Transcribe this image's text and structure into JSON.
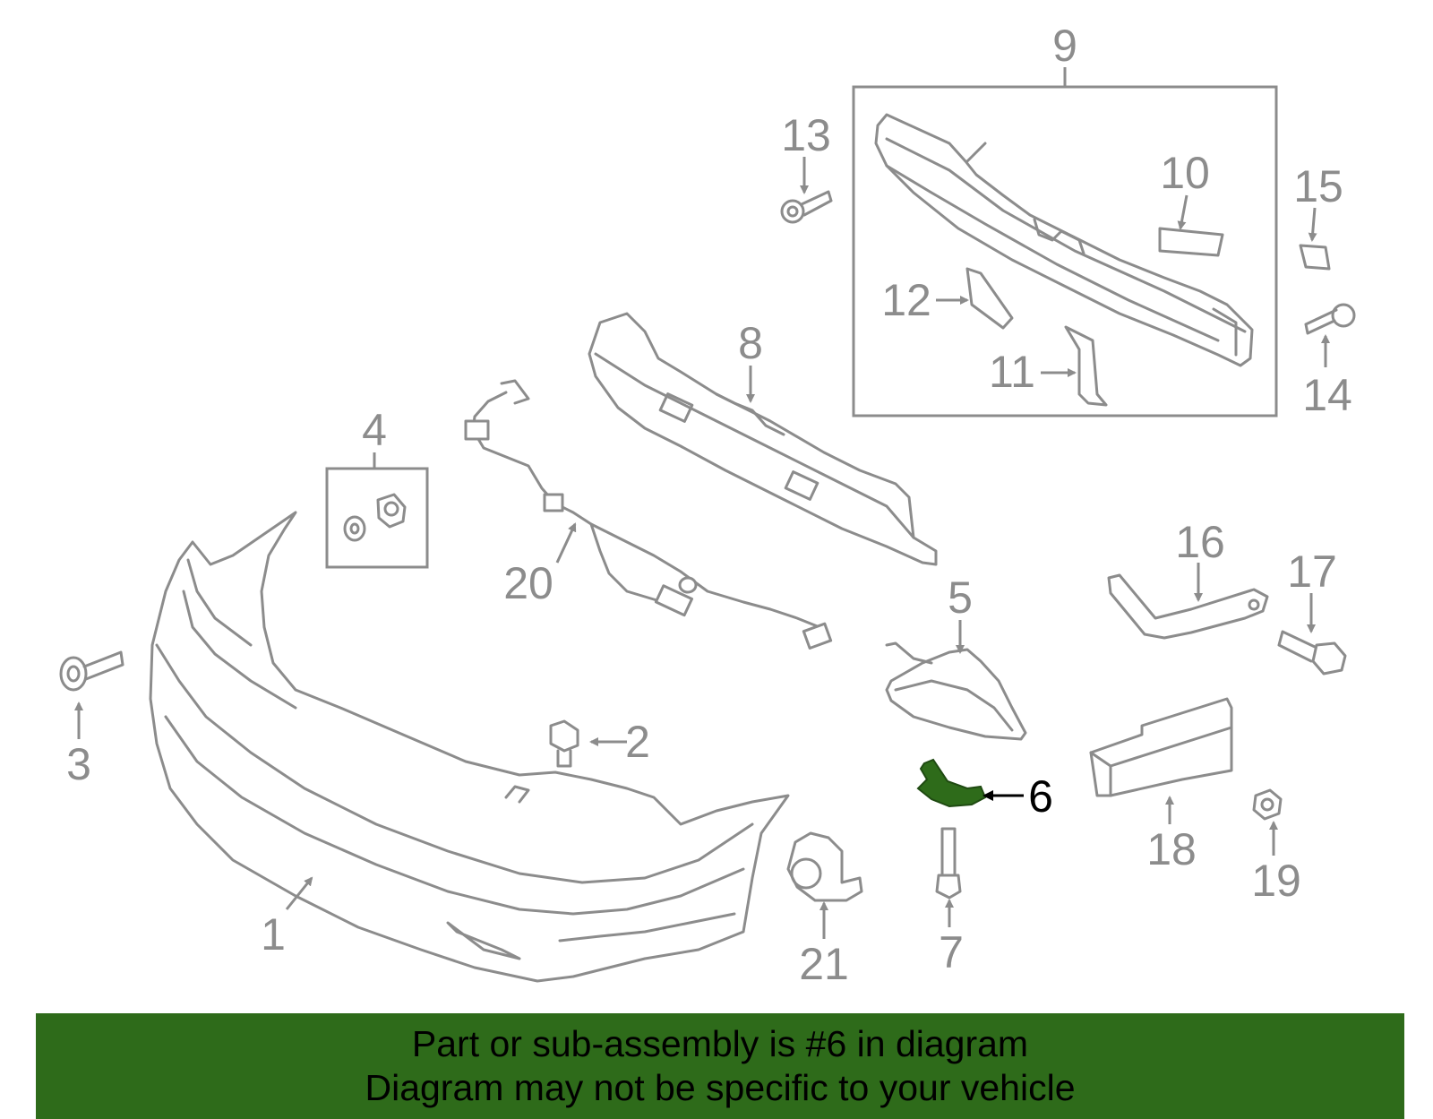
{
  "colors": {
    "part_stroke": "#8c8c8c",
    "highlight_fill": "#2e6b1a",
    "banner_bg": "#2e6b1a",
    "label_highlight": "#000000"
  },
  "highlighted_part": "6",
  "callouts": {
    "c1": "1",
    "c2": "2",
    "c3": "3",
    "c4": "4",
    "c5": "5",
    "c6": "6",
    "c7": "7",
    "c8": "8",
    "c9": "9",
    "c10": "10",
    "c11": "11",
    "c12": "12",
    "c13": "13",
    "c14": "14",
    "c15": "15",
    "c16": "16",
    "c17": "17",
    "c18": "18",
    "c19": "19",
    "c20": "20",
    "c21": "21"
  },
  "banner": {
    "line1": "Part or sub-assembly is #6 in diagram",
    "line2": "Diagram may not be specific to your vehicle"
  }
}
